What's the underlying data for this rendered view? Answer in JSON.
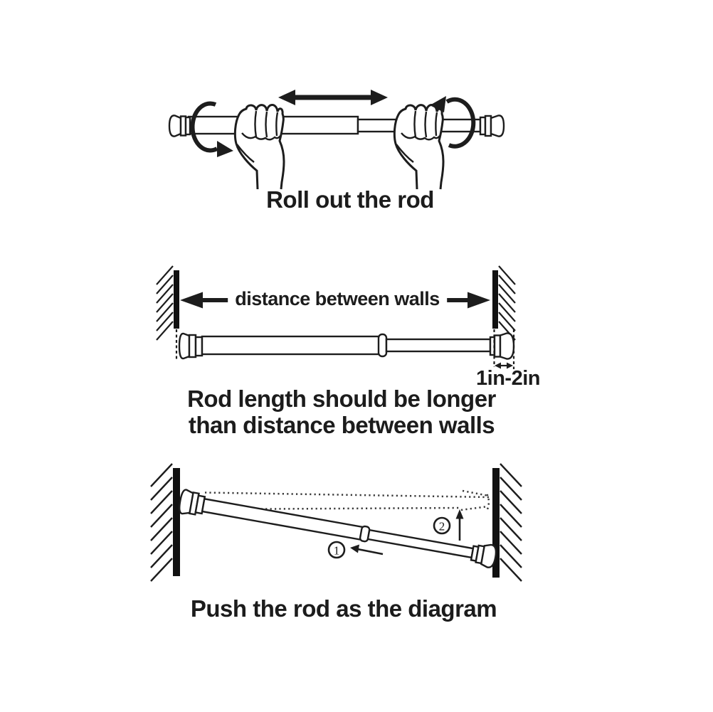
{
  "background": "#ffffff",
  "ink_color": "#1d1d1d",
  "steps": {
    "step1": {
      "caption": "Roll out the rod"
    },
    "step2": {
      "arrow_label": "distance between walls",
      "gap_label": "1in-2in",
      "caption_line1": "Rod length should be longer",
      "caption_line2": "than distance between walls"
    },
    "step3": {
      "caption": "Push the rod as the diagram",
      "marker1": "1",
      "marker2": "2"
    }
  }
}
